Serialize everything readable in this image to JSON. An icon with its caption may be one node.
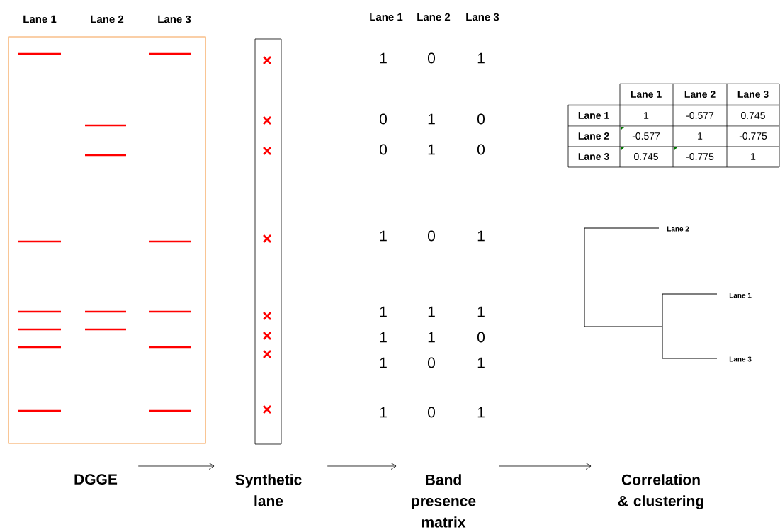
{
  "diagram": {
    "nodes": [
      {
        "text": [
          "DGGE"
        ]
      },
      {
        "text": [
          "Synthetic lane"
        ]
      },
      {
        "text": [
          "Band presence matrix"
        ]
      },
      {
        "text": [
          "Correlation & clustering"
        ]
      }
    ],
    "edges": [
      {
        "from": 0,
        "to": 1,
        "arrow": "to"
      },
      {
        "from": 1,
        "to": 2,
        "arrow": "to"
      },
      {
        "from": 2,
        "to": 3,
        "arrow": "to"
      }
    ],
    "labels": [
      "Lane 1",
      "Lane 2",
      "Lane 3",
      "Lane 1",
      "Lane 2",
      "Lane 3",
      "1",
      "0",
      "1",
      "0",
      "1",
      "0",
      "0",
      "1",
      "0",
      "1",
      "0",
      "1",
      "1",
      "1",
      "1",
      "1",
      "1",
      "0",
      "1",
      "0",
      "1",
      "1",
      "0",
      "1",
      "Lane 1",
      "Lane 2",
      "Lane 3",
      "Lane 1",
      "1",
      "-0.577",
      "0.745",
      "Lane 2",
      "-0.577",
      "1",
      "-0.775",
      "Lane 3",
      "0.745",
      "-0.775",
      "1",
      "Lane 2",
      "Lane 1",
      "Lane 3"
    ]
  }
}
